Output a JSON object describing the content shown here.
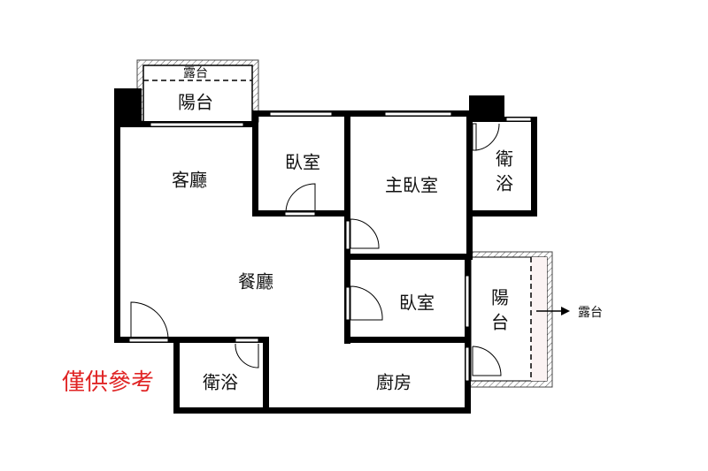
{
  "rooms": {
    "terrace_top": "露台",
    "balcony_top": "陽台",
    "living_room": "客廳",
    "bedroom_1": "臥室",
    "master_bedroom": "主臥室",
    "bathroom_master": "衛浴",
    "dining_room": "餐廳",
    "bedroom_2": "臥室",
    "balcony_right": "陽台",
    "terrace_right": "露台",
    "bathroom_2": "衛浴",
    "kitchen": "廚房"
  },
  "disclaimer": "僅供參考",
  "colors": {
    "wall": "#000000",
    "disclaimer": "#e02424"
  }
}
